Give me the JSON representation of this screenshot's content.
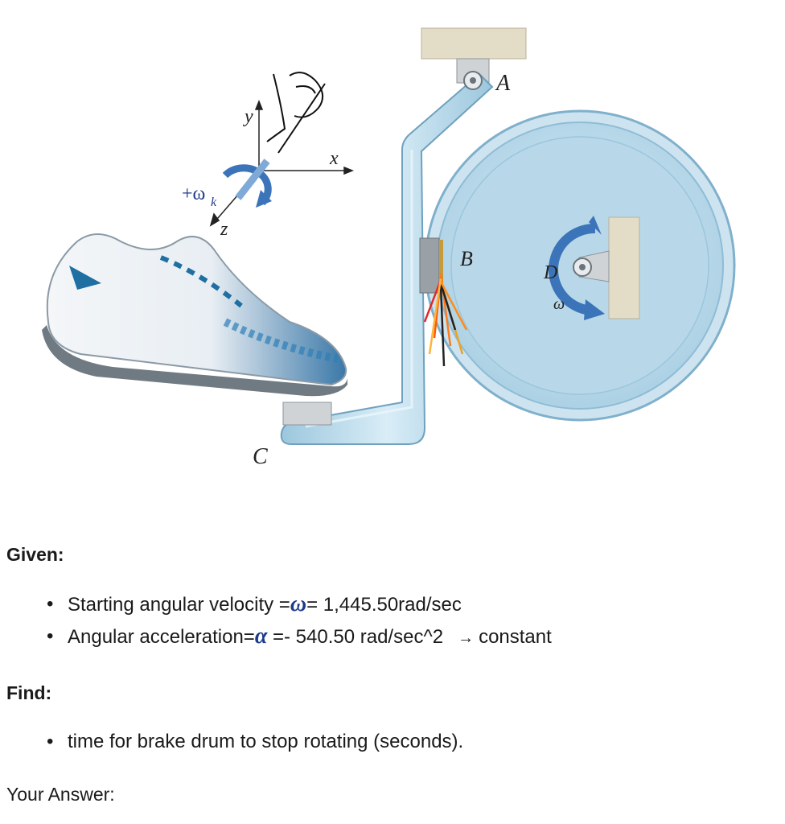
{
  "figure": {
    "labels": {
      "A": "A",
      "B": "B",
      "C": "C",
      "D": "D",
      "omega": "ω",
      "y_axis": "y",
      "x_axis": "x",
      "z_axis": "z",
      "omega_k": "+ω",
      "omega_k_sub": "k"
    }
  },
  "given": {
    "heading": "Given:",
    "item1_prefix": "Starting angular velocity =",
    "item1_symbol": "ω",
    "item1_value": "= 1,445.50rad/sec",
    "item2_prefix": "Angular acceleration=",
    "item2_symbol": "α",
    "item2_value": " =- 540.50 rad/sec^2",
    "item2_arrow": "→",
    "item2_suffix": "constant"
  },
  "find": {
    "heading": "Find:",
    "item1": "time for brake drum to stop rotating (seconds)."
  },
  "answer": {
    "label": "Your Answer:"
  },
  "colors": {
    "drum_fill": "#bfdceb",
    "lever_fill": "#c9e3f0",
    "support": "#e3dcc6",
    "accent_blue": "#1e3a8a",
    "shoe_blue": "#1f6fa3"
  }
}
